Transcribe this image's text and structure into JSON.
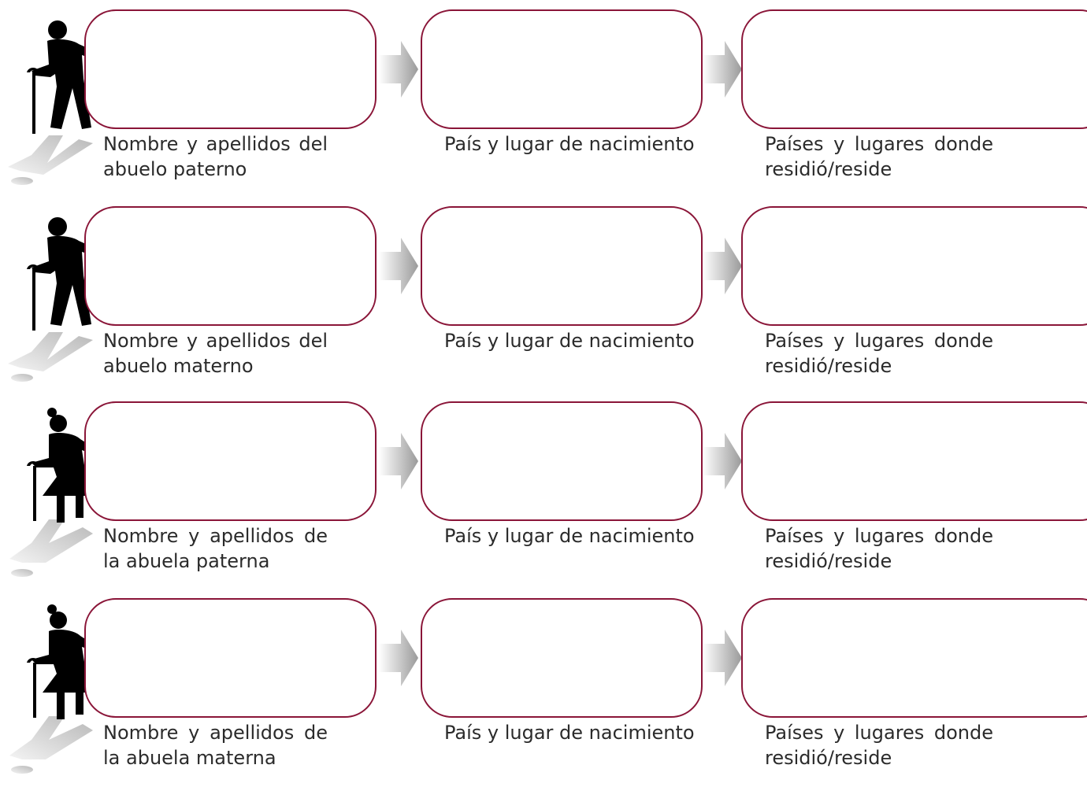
{
  "rows": [
    {
      "figure": "elderly-man-with-cane-icon",
      "name_label": "Nombre y apellidos del abuelo paterno",
      "birth_label": "País y lugar de nacimiento",
      "residence_label": "Países y lugares donde residió/reside"
    },
    {
      "figure": "elderly-man-with-cane-icon",
      "name_label": "Nombre y apellidos del abuelo materno",
      "birth_label": "País y lugar de nacimiento",
      "residence_label": "Países y lugares donde residió/reside"
    },
    {
      "figure": "elderly-woman-with-cane-icon",
      "name_label": "Nombre y apellidos de la abuela paterna",
      "birth_label": "País y lugar de nacimiento",
      "residence_label": "Países y lugares donde residió/reside"
    },
    {
      "figure": "elderly-woman-with-cane-icon",
      "name_label": "Nombre y apellidos de la abuela materna",
      "birth_label": "País y lugar de nacimiento",
      "residence_label": "Países y lugares donde residió/reside"
    }
  ],
  "colors": {
    "box_border": "#8a1538",
    "arrow_gray": "#9a9a9a",
    "figure": "#000000",
    "shadow": "#cfcfcf"
  }
}
